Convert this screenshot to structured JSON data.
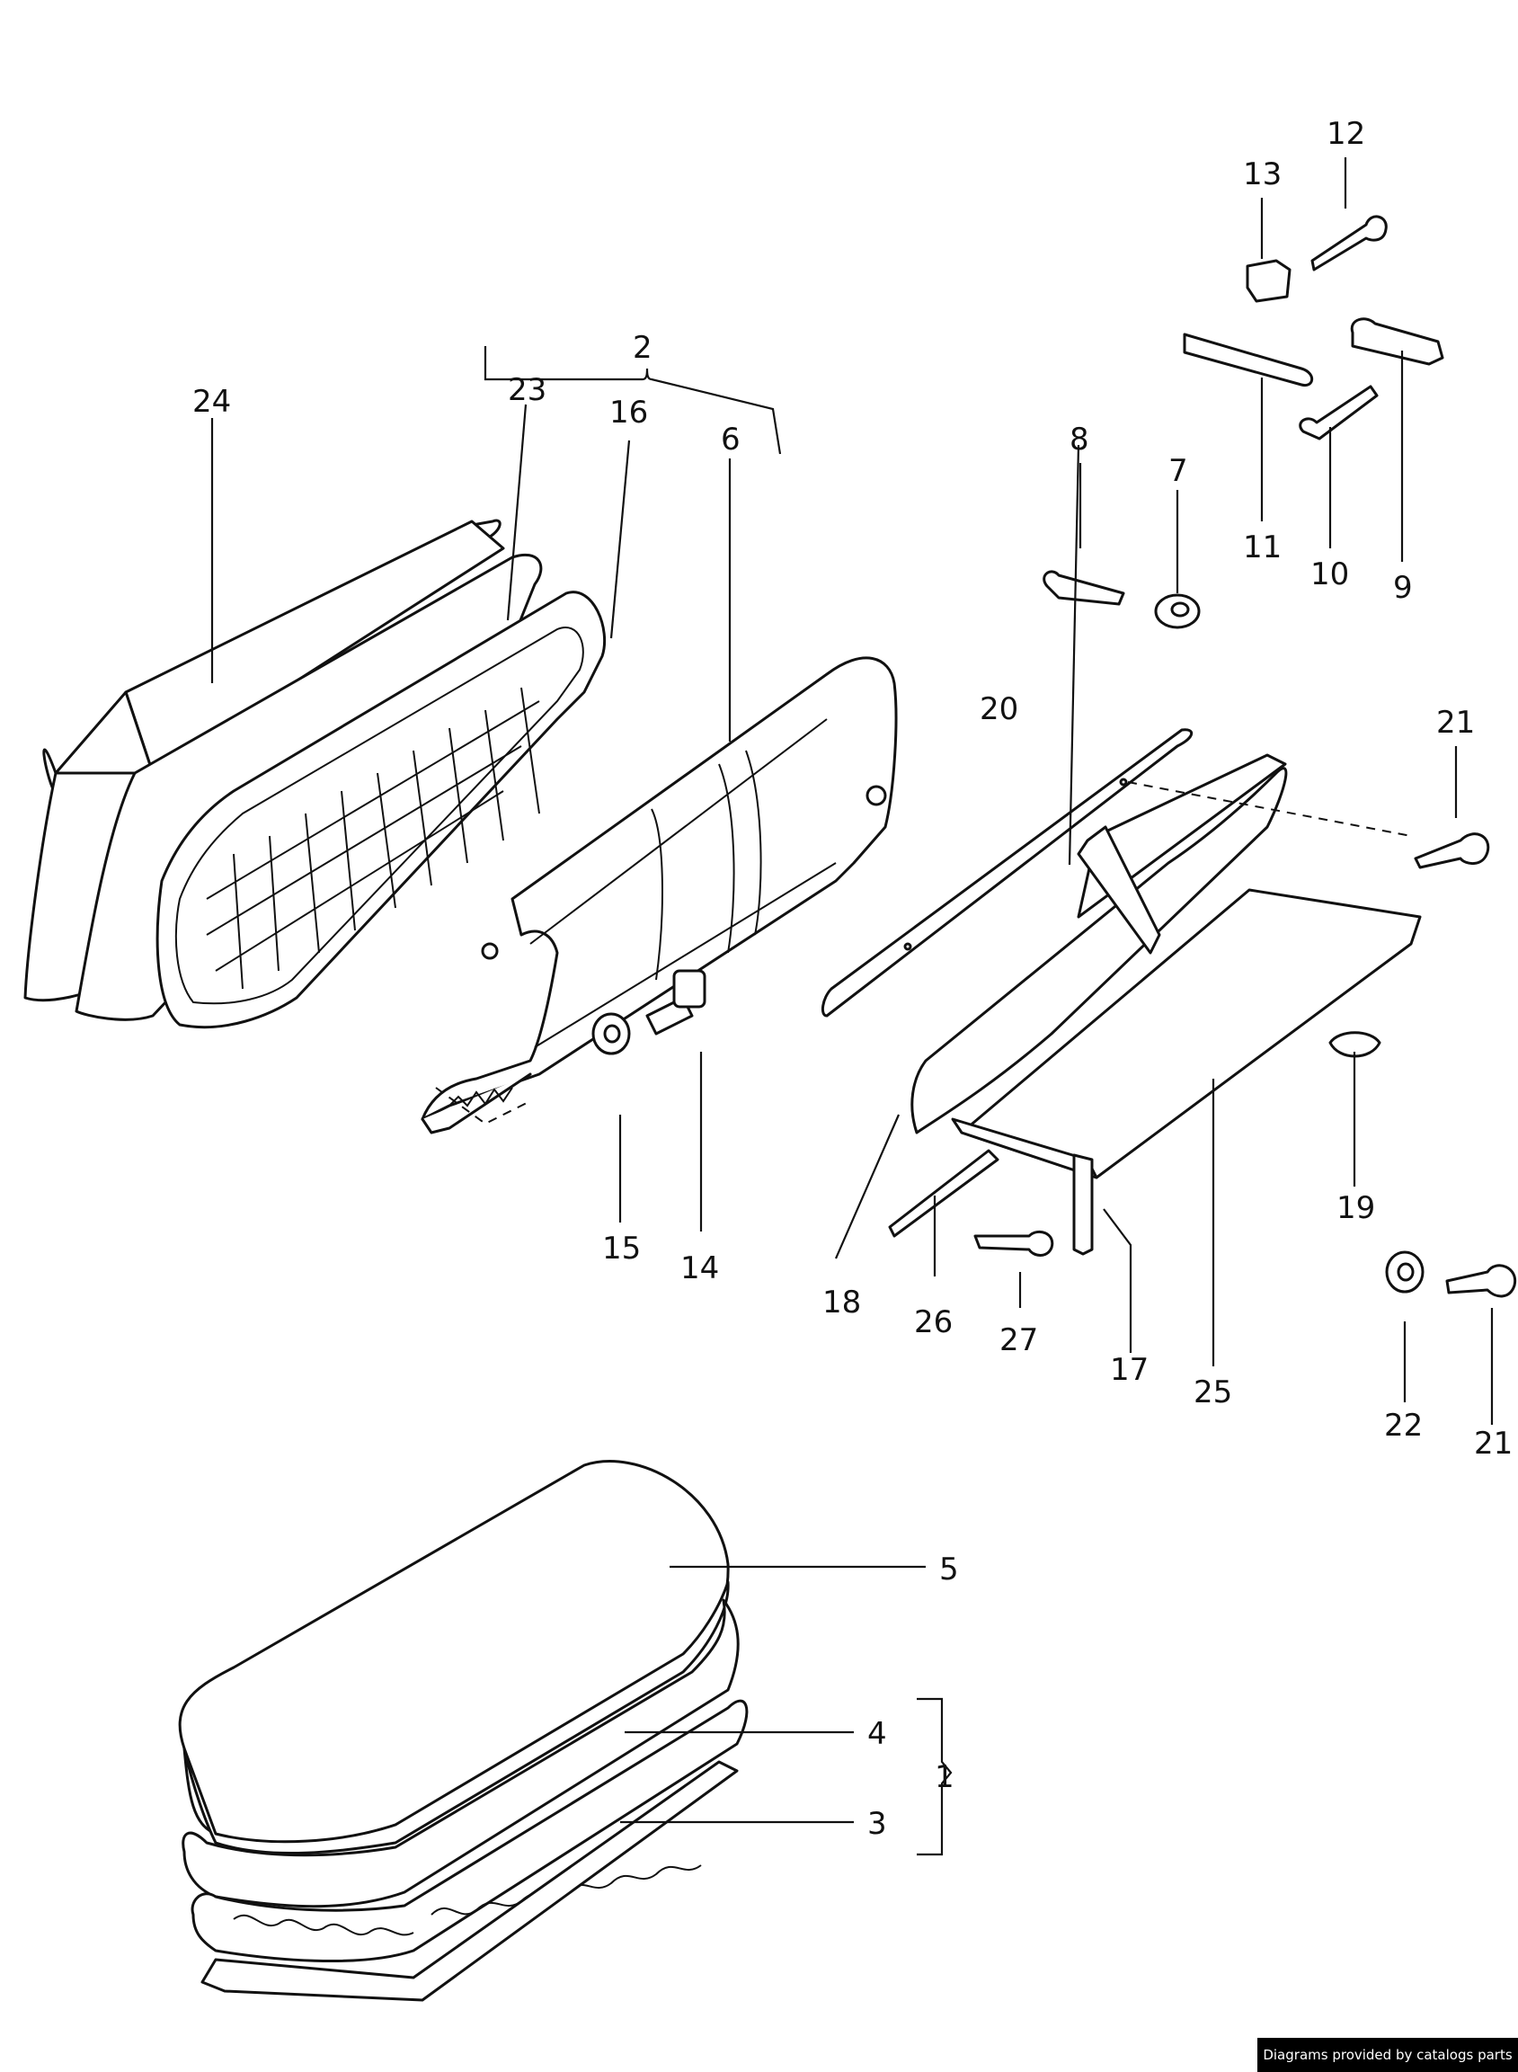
{
  "callouts": [
    "1",
    "2",
    "3",
    "4",
    "5",
    "6",
    "7",
    "8",
    "9",
    "10",
    "11",
    "12",
    "13",
    "14",
    "15",
    "16",
    "17",
    "18",
    "19",
    "20",
    "21",
    "21",
    "22",
    "23",
    "24",
    "25",
    "26",
    "27"
  ],
  "credit": "Diagrams provided by catalogs parts"
}
